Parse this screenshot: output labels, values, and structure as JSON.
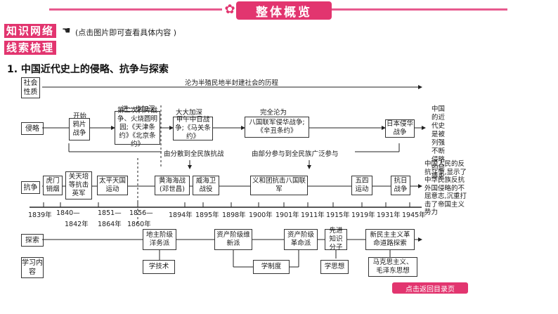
{
  "header": {
    "title": "整体概览"
  },
  "tags": {
    "knowledge_network": "知识网络",
    "clue_outline": "线索梳理"
  },
  "hint": "(点击图片即可查看具体内容 )",
  "section_title": "1. 中国近代史上的侵略、抗争与探索",
  "rows": {
    "society": "社会性质",
    "aggression": "侵略",
    "struggle": "抗争",
    "explore": "探索",
    "study": "学习内容"
  },
  "society_text": "沦为半殖民地半封建社会的历程",
  "aggression": {
    "stage_labels": [
      "开始",
      "进一步加深",
      "大大加深",
      "完全沦为"
    ],
    "boxes": [
      "鸦片战争",
      "第二次鸦片战争、火烧圆明园;《天津条约》《北京条约》",
      "甲午中日战争;《马关条约》",
      "八国联军侵华战争;《辛丑条约》",
      "日本侵华战争"
    ],
    "right_note": "中国的近代史是被列强不断侵略的屈辱史",
    "bottom_note_1": "由分散到全民族抗战",
    "bottom_note_2": "由部分参与到全民族广泛参与"
  },
  "struggle": {
    "boxes": [
      "虎门销烟",
      "关天培等抗击英军",
      "太平天国运动",
      "黄海海战(邓世昌)",
      "威海卫战役",
      "义和团抗击八国联军",
      "五四运动",
      "抗日战争"
    ],
    "right_note": "中国人民的反抗斗争,显示了中华民族反抗外国侵略的不屈意志,沉重打击了帝国主义势力"
  },
  "years": [
    "1839年",
    "1840—",
    "1842年",
    "1851—",
    "1864年",
    "1856—",
    "1860年",
    "1894年",
    "1895年",
    "1898年",
    "1900年",
    "1901年",
    "1911年",
    "1915年",
    "1919年",
    "1931年",
    "1945年"
  ],
  "explore": {
    "boxes": [
      "地主阶级洋务派",
      "资产阶级维新派",
      "资产阶级革命派",
      "先进知识分子",
      "新民主主义革命道路探索"
    ]
  },
  "study": {
    "boxes": [
      "学技术",
      "学制度",
      "学思想",
      "马克思主义、毛泽东思想"
    ]
  },
  "footer": {
    "return_label": "点击返回目录页"
  },
  "colors": {
    "accent": "#e2356f"
  }
}
